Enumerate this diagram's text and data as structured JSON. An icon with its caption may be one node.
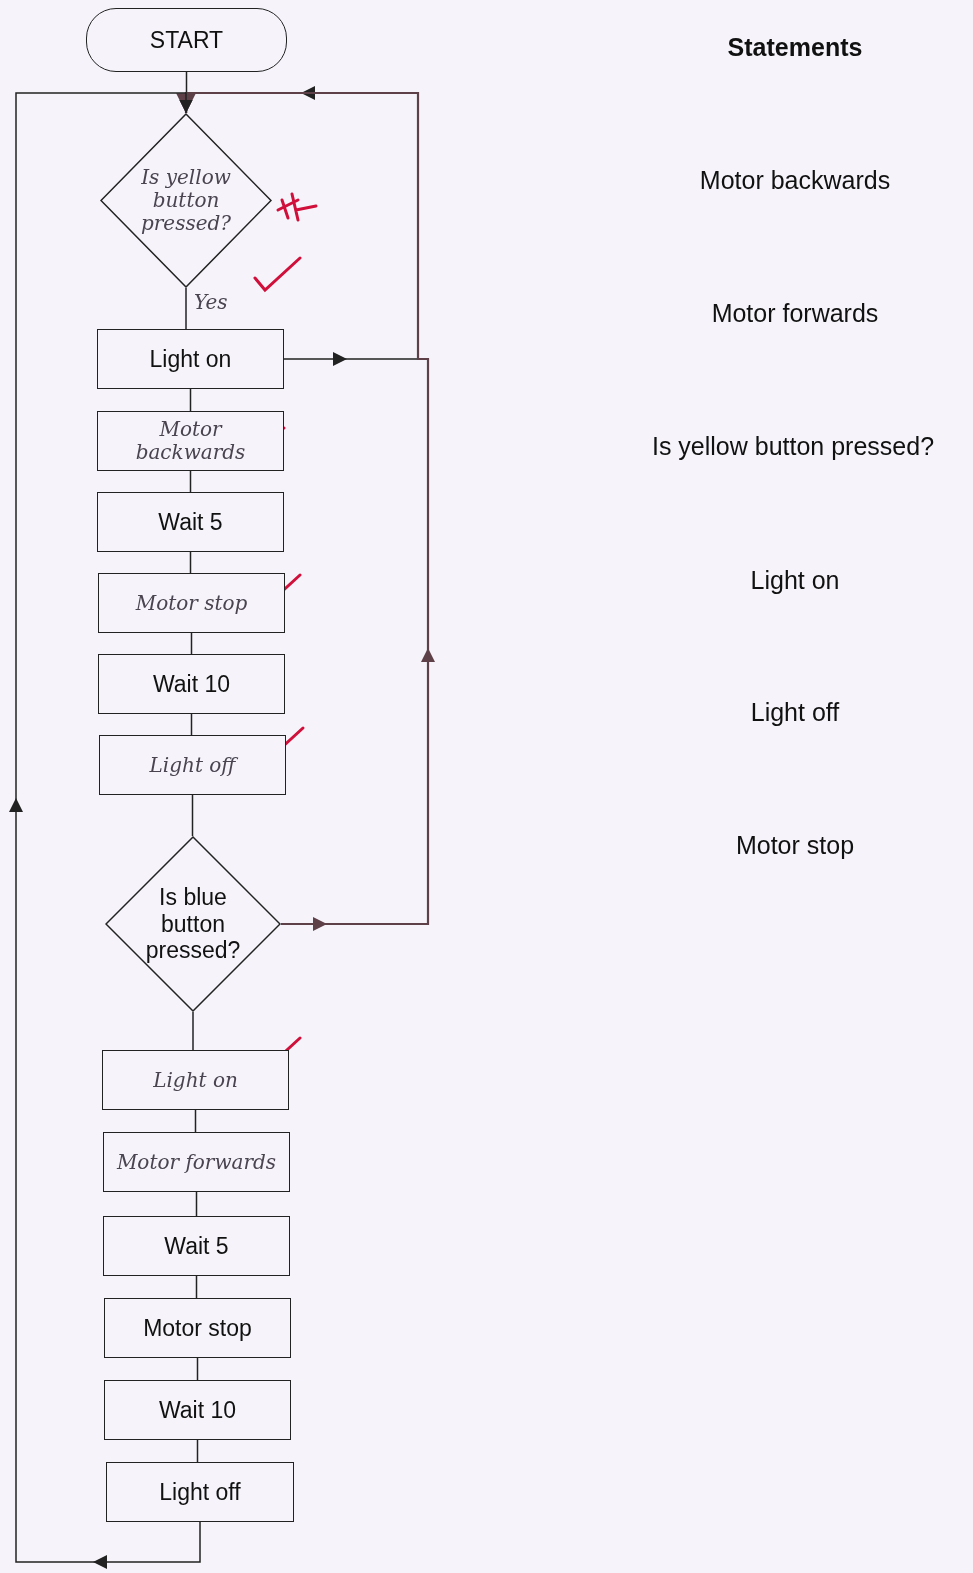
{
  "diagram": {
    "nodes": [
      {
        "text": [
          "START"
        ]
      },
      {
        "text": [
          "Is yellow button pressed?"
        ]
      },
      {
        "text": [
          "Light on"
        ]
      },
      {
        "text": [
          "Motor backwards"
        ]
      },
      {
        "text": [
          "Wait 5"
        ]
      },
      {
        "text": [
          "Motor stop"
        ]
      },
      {
        "text": [
          "Wait 10"
        ]
      },
      {
        "text": [
          "Light off"
        ]
      },
      {
        "text": [
          "Is blue button pressed?"
        ]
      },
      {
        "text": [
          "Light on"
        ]
      },
      {
        "text": [
          "Motor forwards"
        ]
      },
      {
        "text": [
          "Wait 5"
        ]
      },
      {
        "text": [
          "Motor stop"
        ]
      },
      {
        "text": [
          "Wait 10"
        ]
      },
      {
        "text": [
          "Light off"
        ]
      }
    ],
    "edges": [
      {
        "from": 0,
        "to": 1,
        "arrow": "none"
      },
      {
        "from": 1,
        "to": 2,
        "arrow": "none",
        "label": "Yes"
      },
      {
        "from": 2,
        "to": 3,
        "arrow": "none"
      },
      {
        "from": 3,
        "to": 4,
        "arrow": "none"
      },
      {
        "from": 4,
        "to": 5,
        "arrow": "none"
      },
      {
        "from": 5,
        "to": 6,
        "arrow": "none"
      },
      {
        "from": 6,
        "to": 7,
        "arrow": "none"
      },
      {
        "from": 7,
        "to": 8,
        "arrow": "none"
      },
      {
        "from": 8,
        "to": 9,
        "arrow": "none"
      },
      {
        "from": 9,
        "to": 10,
        "arrow": "none"
      },
      {
        "from": 10,
        "to": 11,
        "arrow": "none"
      },
      {
        "from": 11,
        "to": 12,
        "arrow": "none"
      },
      {
        "from": 12,
        "to": 13,
        "arrow": "none"
      },
      {
        "from": 13,
        "to": 14,
        "arrow": "none"
      },
      {
        "from": 2,
        "to": 1,
        "arrow": "to"
      },
      {
        "from": 8,
        "to": 1,
        "arrow": "to",
        "color": "#5e4048"
      },
      {
        "from": 14,
        "to": 1,
        "arrow": "to"
      }
    ],
    "labels": [
      "Statements",
      "Motor backwards",
      "Motor forwards",
      "Is yellow button pressed?",
      "Light on",
      "Light off",
      "Motor stop"
    ]
  }
}
